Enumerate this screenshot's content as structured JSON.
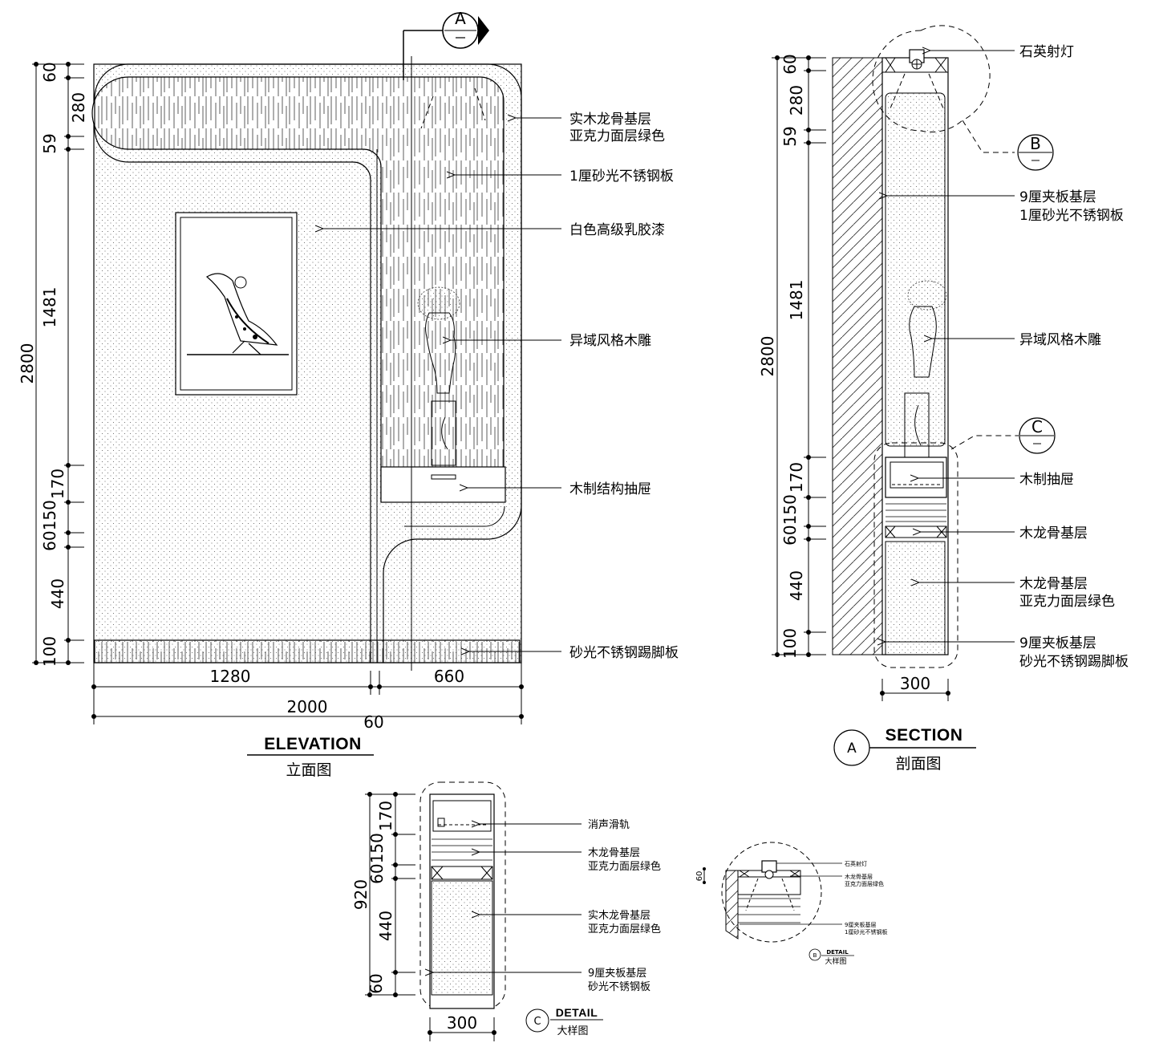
{
  "section_marker": {
    "letter": "A"
  },
  "elevation": {
    "title_en": "ELEVATION",
    "title_cn": "立面图",
    "vertical_dims": [
      "60",
      "280",
      "59",
      "1481",
      "170",
      "60150",
      "440",
      "100"
    ],
    "total_height": "2800",
    "width_left": "1280",
    "width_right": "660",
    "total_width": "2000",
    "gap_dim": "60",
    "labels": [
      "实木龙骨基层",
      "亚克力面层绿色",
      "1厘砂光不锈钢板",
      "白色高级乳胶漆",
      "异域风格木雕",
      "木制结构抽屉",
      "砂光不锈钢踢脚板"
    ]
  },
  "section": {
    "marker_letter": "A",
    "title_en": "SECTION",
    "title_cn": "剖面图",
    "vertical_dims": [
      "60",
      "280",
      "59",
      "1481",
      "170",
      "60150",
      "440",
      "100"
    ],
    "total_height": "2800",
    "width": "300",
    "callout_b": "B",
    "callout_c": "C",
    "labels": [
      "石英射灯",
      "9厘夹板基层",
      "1厘砂光不锈钢板",
      "异域风格木雕",
      "木制抽屉",
      "木龙骨基层",
      "木龙骨基层",
      "亚克力面层绿色",
      "9厘夹板基层",
      "砂光不锈钢踢脚板"
    ]
  },
  "detail_c": {
    "marker_letter": "C",
    "title_en": "DETAIL",
    "title_cn": "大样图",
    "vertical_dims": [
      "170",
      "60150",
      "440",
      "60"
    ],
    "total_height": "920",
    "width": "300",
    "labels": [
      "消声滑轨",
      "木龙骨基层",
      "亚克力面层绿色",
      "实木龙骨基层",
      "亚克力面层绿色",
      "9厘夹板基层",
      "砂光不锈钢板"
    ]
  },
  "detail_b": {
    "marker_letter": "B",
    "title_en": "DETAIL",
    "title_cn": "大样图",
    "dim": "60",
    "labels": [
      "石英射灯",
      "木龙骨基层",
      "亚克力面层绿色",
      "9厘夹板基层",
      "1厘砂光不锈钢板"
    ]
  }
}
